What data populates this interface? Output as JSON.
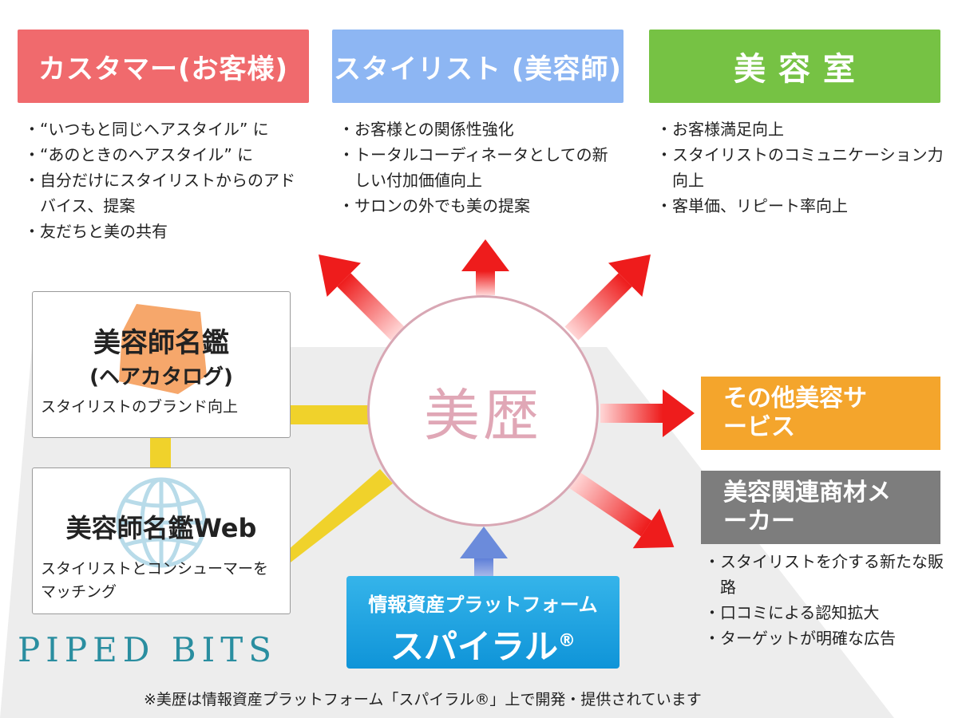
{
  "columns": {
    "customer": {
      "title": "カスタマー(お客様)",
      "color": "#f06a6d",
      "bullets": [
        "“いつもと同じヘアスタイル” に",
        "“あのときのヘアスタイル” に",
        "自分だけにスタイリストからのアドバイス、提案",
        "友だちと美の共有"
      ]
    },
    "stylist": {
      "title": "スタイリスト (美容師)",
      "color": "#8db6f3",
      "bullets": [
        "お客様との関係性強化",
        "トータルコーディネータとしての新しい付加価値向上",
        "サロンの外でも美の提案"
      ]
    },
    "salon": {
      "title": "美 容 室",
      "color": "#76c244",
      "bullets": [
        "お客様満足向上",
        "スタイリストのコミュニケーション力向上",
        "客単価、リピート率向上"
      ]
    }
  },
  "center": {
    "label": "美歴"
  },
  "cards": {
    "directory": {
      "title": "美容師名鑑",
      "subtitle": "(ヘアカタログ)",
      "caption": "スタイリストのブランド向上"
    },
    "web": {
      "title": "美容師名鑑Web",
      "caption": "スタイリストとコンシューマーをマッチング"
    }
  },
  "right_boxes": {
    "other_services": {
      "label": "その他美容サービス",
      "color": "#f4a52c"
    },
    "makers": {
      "label": "美容関連商材メーカー",
      "color": "#7d7d7d"
    }
  },
  "maker_bullets": [
    "スタイリストを介する新たな販路",
    "口コミによる認知拡大",
    "ターゲットが明確な広告"
  ],
  "platform": {
    "line1": "情報資産プラットフォーム",
    "line2": "スパイラル",
    "mark": "®"
  },
  "brand": "PIPED BITS",
  "footnote": "※美歴は情報資産プラットフォーム「スパイラル®」上で開発・提供されています",
  "icons": [
    "globe-icon"
  ]
}
